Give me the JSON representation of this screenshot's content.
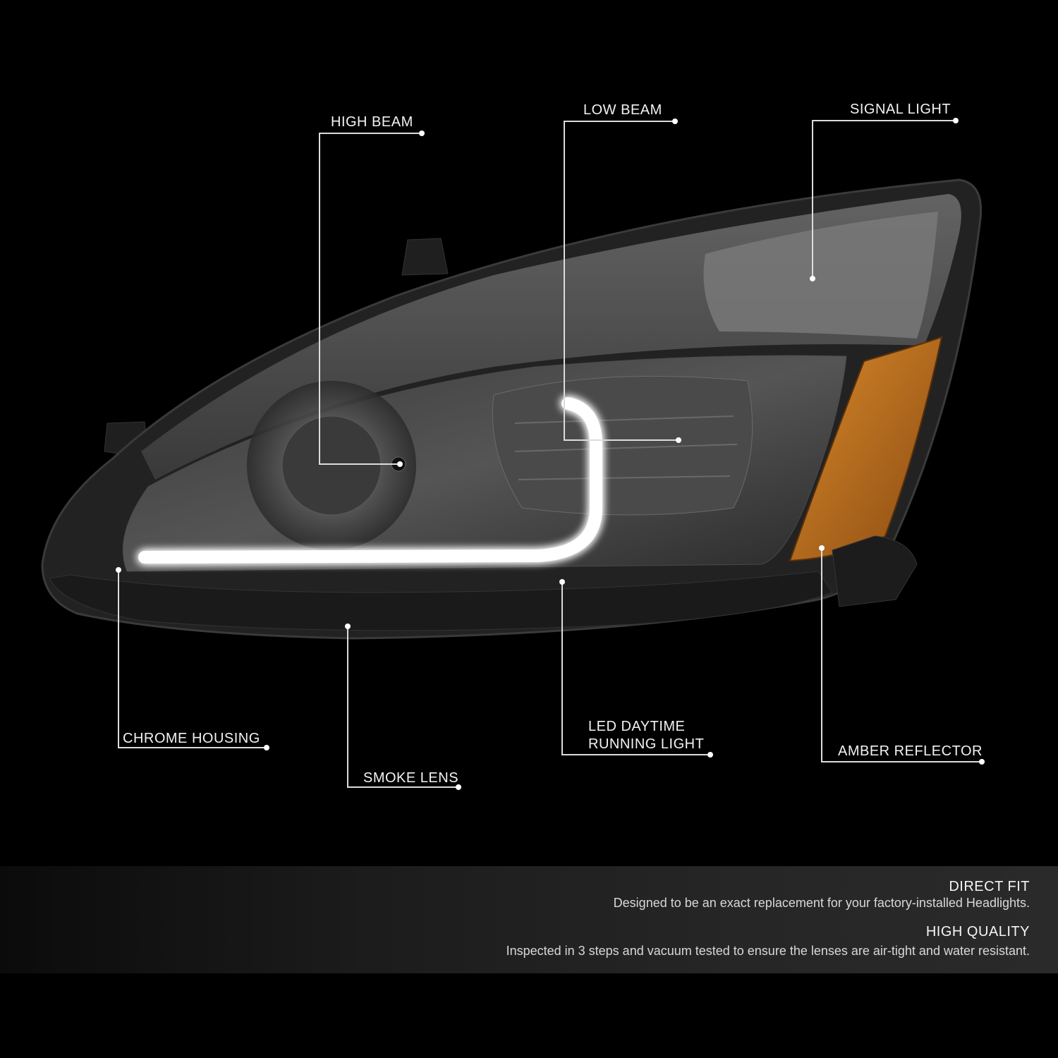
{
  "colors": {
    "background": "#000000",
    "footer_band": "#262626",
    "amber": "#c8711f",
    "drl_glow": "#ffffff",
    "lens_smoke": "#5a5a5a"
  },
  "callouts": {
    "high_beam": "HIGH BEAM",
    "low_beam": "LOW BEAM",
    "signal_light": "SIGNAL LIGHT",
    "chrome_housing": "CHROME HOUSING",
    "smoke_lens": "SMOKE LENS",
    "led_drl_line1": "LED DAYTIME",
    "led_drl_line2": "RUNNING LIGHT",
    "amber_reflector": "AMBER REFLECTOR"
  },
  "features": [
    {
      "title": "DIRECT FIT",
      "description": "Designed to be an exact replacement for your factory-installed Headlights."
    },
    {
      "title": "HIGH QUALITY",
      "description": "Inspected in 3 steps and vacuum tested to ensure the lenses are air-tight and water resistant."
    }
  ]
}
